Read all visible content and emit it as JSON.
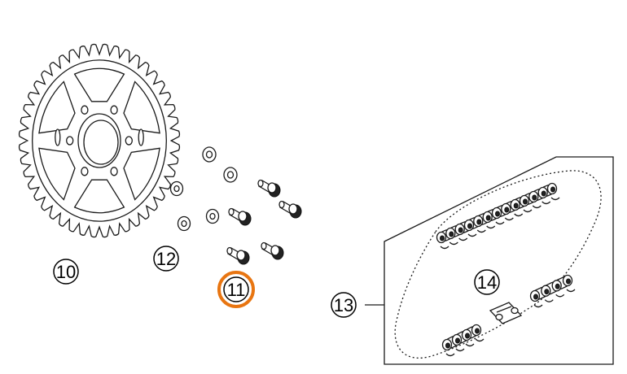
{
  "parts": [
    {
      "number": "10",
      "name": "sprocket"
    },
    {
      "number": "11",
      "name": "screw",
      "highlighted": true
    },
    {
      "number": "12",
      "name": "washer"
    },
    {
      "number": "13",
      "name": "chain-kit"
    },
    {
      "number": "14",
      "name": "chain"
    }
  ],
  "highlight_color": "#e87511"
}
